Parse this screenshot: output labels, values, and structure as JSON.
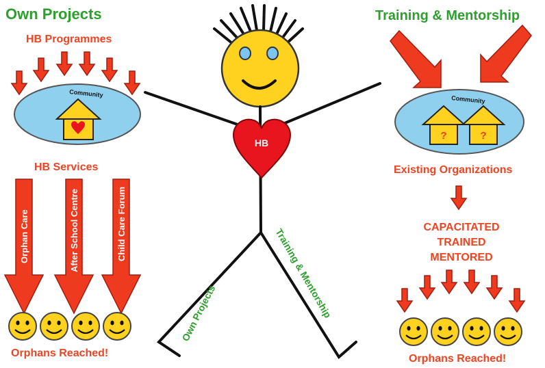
{
  "left": {
    "heading": "Own Projects",
    "programmes_label": "HB Programmes",
    "community_label": "Community",
    "services_label": "HB Services",
    "services": [
      "Orphan Care",
      "After School Centre",
      "Child Care Forum"
    ],
    "result_label": "Orphans Reached!"
  },
  "right": {
    "heading": "Training & Mentorship",
    "community_label": "Community",
    "house_marks": [
      "?",
      "?"
    ],
    "existing_label": "Existing Organizations",
    "status_lines": [
      "CAPACITATED",
      "TRAINED",
      "MENTORED"
    ],
    "result_label": "Orphans Reached!"
  },
  "figure": {
    "heart_label": "HB",
    "left_leg_label": "Own Projects",
    "right_leg_label": "Training & Mentorship"
  },
  "colors": {
    "green": "#2e9e2e",
    "red": "#ee4422",
    "face": "#ffd21f",
    "ellipse": "#8fd0ee",
    "heart": "#e8141e"
  }
}
